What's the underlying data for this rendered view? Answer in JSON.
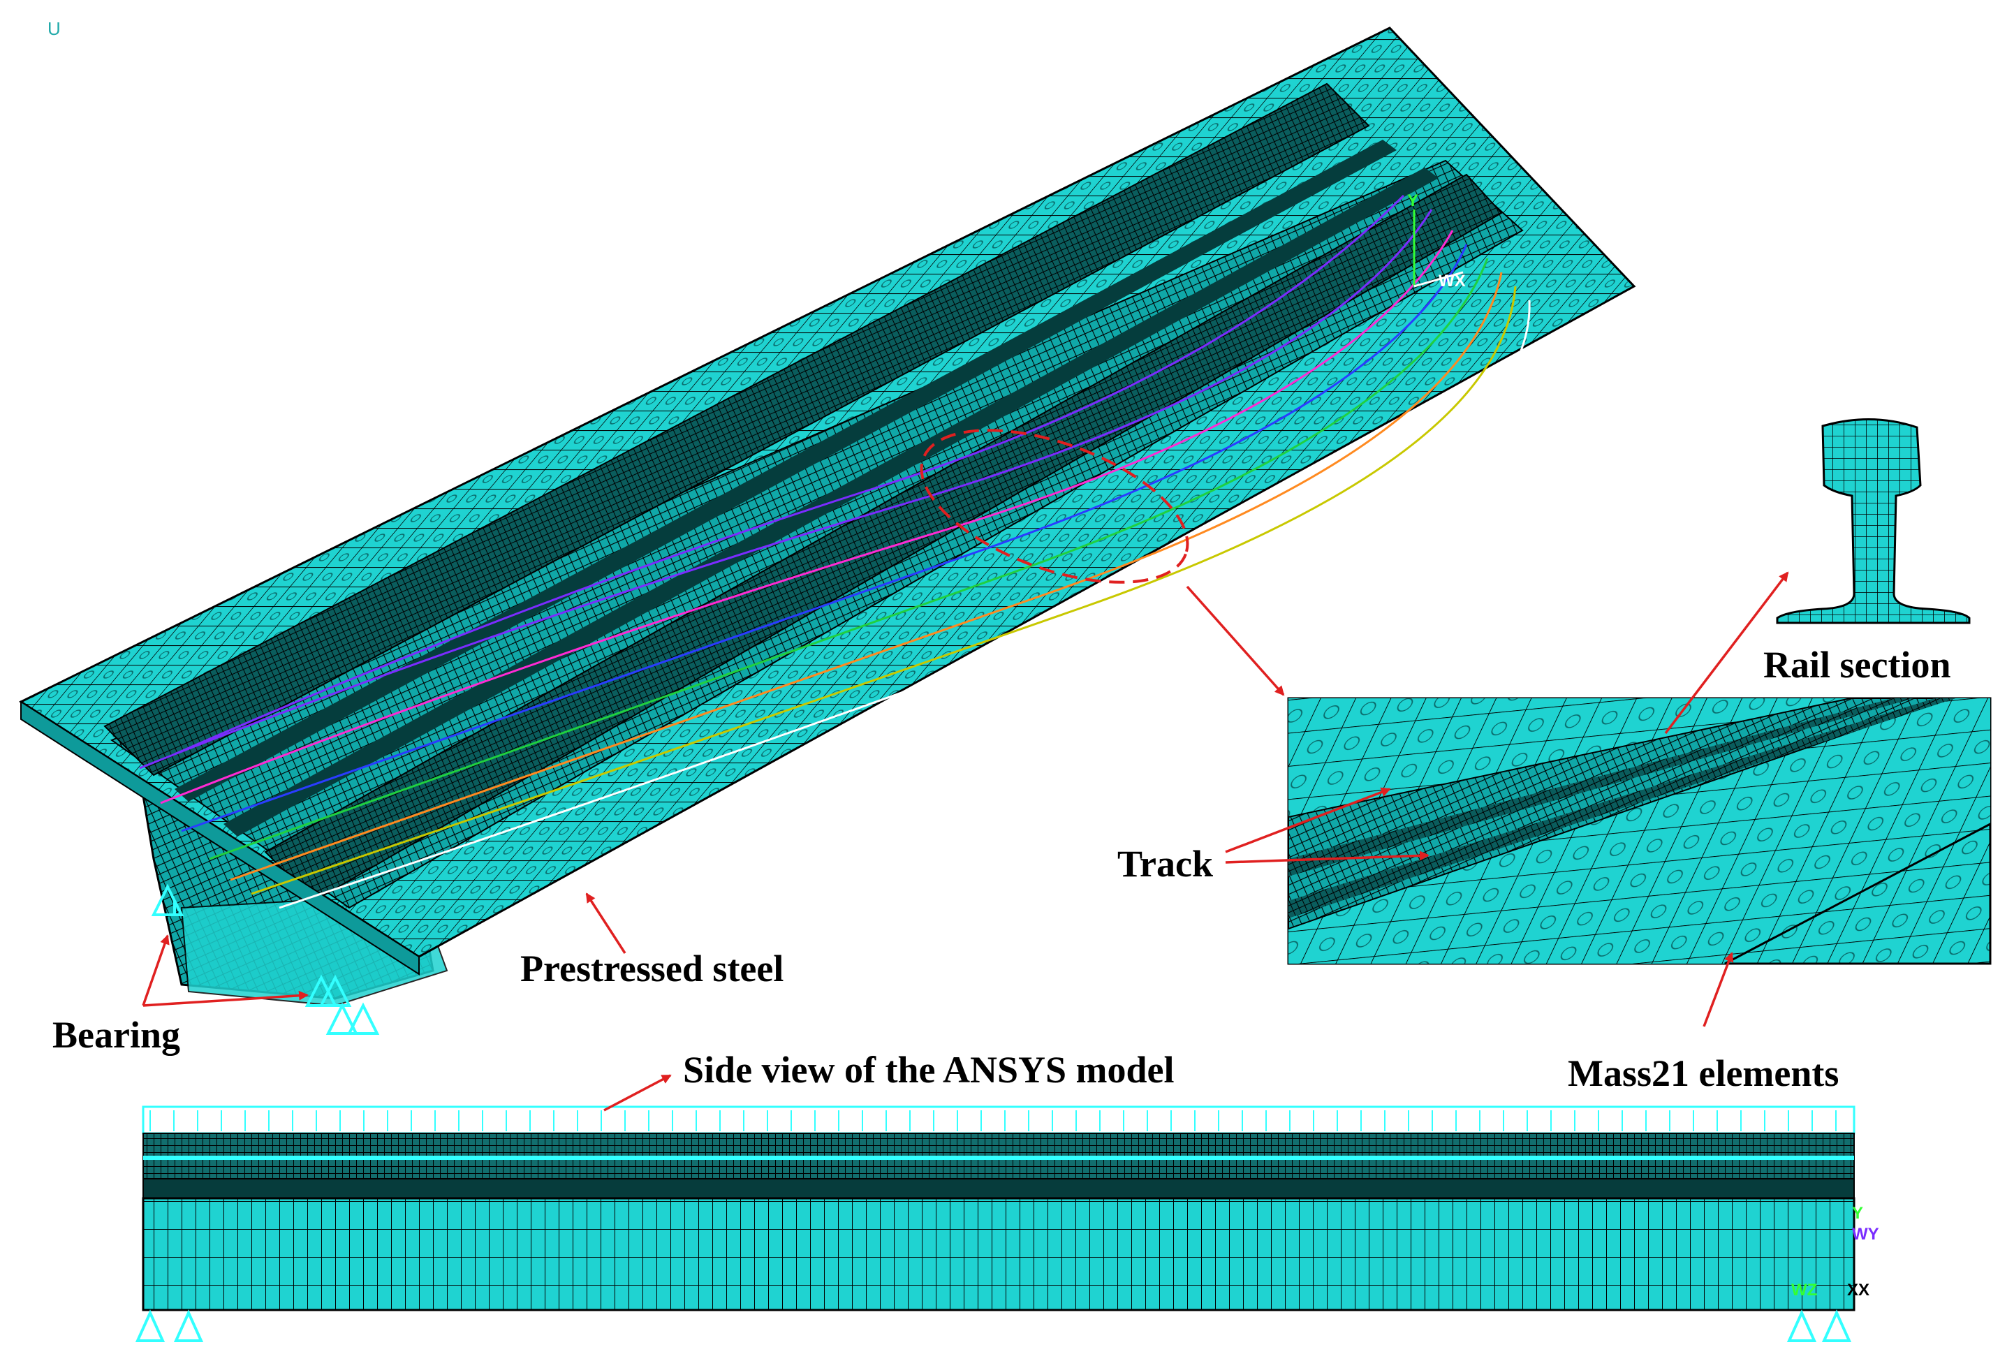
{
  "corner_mark": "U",
  "labels": {
    "rail_section": "Rail section",
    "track": "Track",
    "prestressed_steel": "Prestressed steel",
    "bearing": "Bearing",
    "side_view": "Side view of the ANSYS model",
    "mass21": "Mass21 elements"
  },
  "triad_iso": {
    "y": "Y",
    "wx": "WX"
  },
  "triad_side": {
    "y": "Y",
    "wy": "WY",
    "wz": "WZ",
    "xx": "XX"
  },
  "colors": {
    "mesh_fill": "#1fd3d1",
    "mesh_dark": "#0b6f6f",
    "mesh_line": "#000000",
    "annotation_red": "#e02020",
    "constraint_cyan": "#33ffff"
  },
  "tendon_colors": [
    "#7a2cff",
    "#ff2ad4",
    "#2a3cff",
    "#20d040",
    "#ff8a20",
    "#c8c800",
    "#ffffff"
  ]
}
